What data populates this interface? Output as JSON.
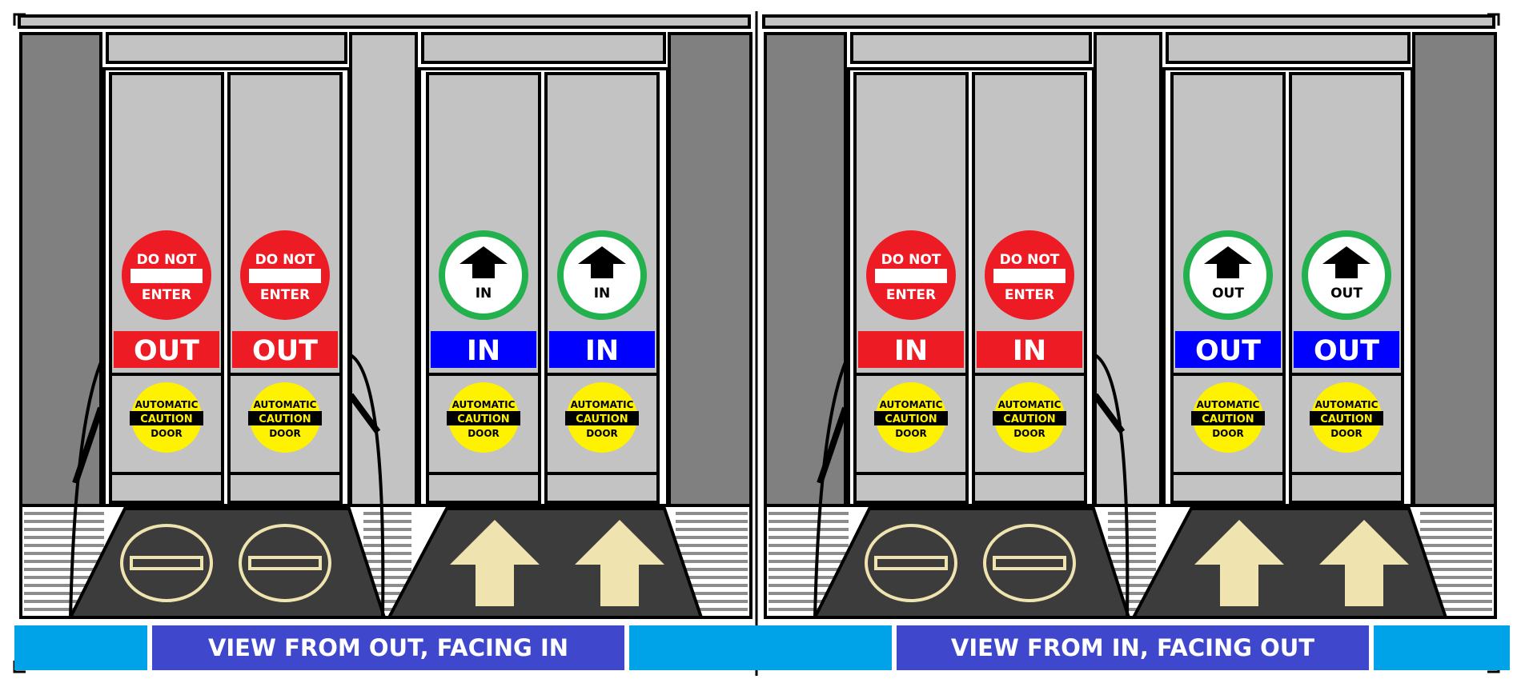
{
  "colors": {
    "wall_dark": "#808080",
    "door_panel": "#c3c3c3",
    "floor_dark": "#3c3c3c",
    "floor_marking": "#efe4b0",
    "sign_red": "#ed1c24",
    "sign_blue": "#0000ff",
    "sign_green": "#22b14c",
    "caution_yellow": "#fff200",
    "caption_light_blue": "#00a2e8",
    "caption_indigo": "#3f48cc"
  },
  "panels": [
    {
      "caption": "VIEW FROM OUT, FACING IN",
      "doors": [
        {
          "type": "no-entry",
          "sign_top": "DO NOT",
          "sign_bottom": "ENTER",
          "banner": "OUT",
          "banner_color": "red",
          "floor": "no-entry-marking"
        },
        {
          "type": "no-entry",
          "sign_top": "DO NOT",
          "sign_bottom": "ENTER",
          "banner": "OUT",
          "banner_color": "red",
          "floor": "no-entry-marking"
        },
        {
          "type": "arrow",
          "arrow_label": "IN",
          "banner": "IN",
          "banner_color": "blue",
          "floor": "arrow-marking"
        },
        {
          "type": "arrow",
          "arrow_label": "IN",
          "banner": "IN",
          "banner_color": "blue",
          "floor": "arrow-marking"
        }
      ]
    },
    {
      "caption": "VIEW FROM IN, FACING OUT",
      "doors": [
        {
          "type": "no-entry",
          "sign_top": "DO NOT",
          "sign_bottom": "ENTER",
          "banner": "IN",
          "banner_color": "red",
          "floor": "no-entry-marking"
        },
        {
          "type": "no-entry",
          "sign_top": "DO NOT",
          "sign_bottom": "ENTER",
          "banner": "IN",
          "banner_color": "red",
          "floor": "no-entry-marking"
        },
        {
          "type": "arrow",
          "arrow_label": "OUT",
          "banner": "OUT",
          "banner_color": "blue",
          "floor": "arrow-marking"
        },
        {
          "type": "arrow",
          "arrow_label": "OUT",
          "banner": "OUT",
          "banner_color": "blue",
          "floor": "arrow-marking"
        }
      ]
    }
  ],
  "caution_sticker": {
    "line1": "AUTOMATIC",
    "line2": "CAUTION",
    "line3": "DOOR"
  }
}
